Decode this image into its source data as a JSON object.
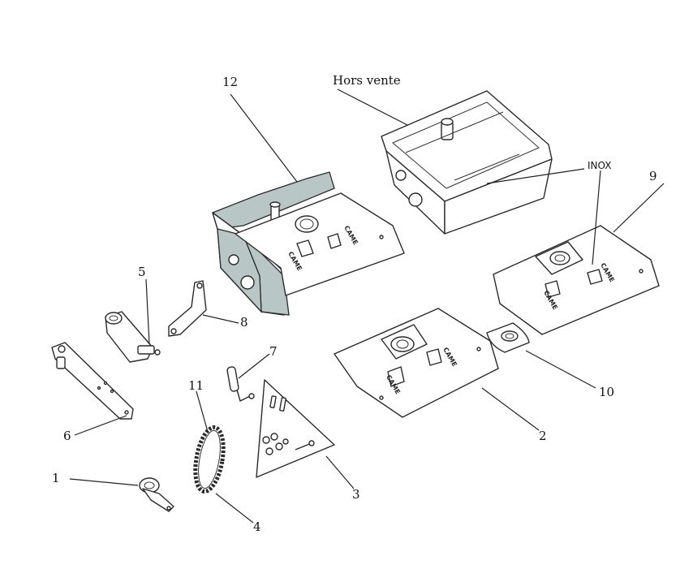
{
  "callouts": {
    "c1": "1",
    "c2": "2",
    "c3": "3",
    "c4": "4",
    "c5": "5",
    "c6": "6",
    "c7": "7",
    "c8": "8",
    "c9": "9",
    "c10": "10",
    "c11": "11",
    "c12": "12",
    "hors_vente": "Hors vente",
    "inox": "INOX"
  },
  "brand_mark": "CAME"
}
